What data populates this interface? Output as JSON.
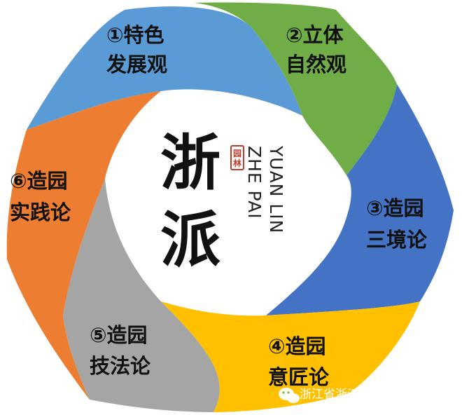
{
  "segments": [
    {
      "line1": "①特色",
      "line2": "发展观",
      "color": "#5b9bd5"
    },
    {
      "line1": "②立体",
      "line2": "自然观",
      "color": "#70ad47"
    },
    {
      "line1": "③造园",
      "line2": "三境论",
      "color": "#4472c4"
    },
    {
      "line1": "④造园",
      "line2": "意匠论",
      "color": "#ffc000"
    },
    {
      "line1": "⑤造园",
      "line2": "技法论",
      "color": "#a5a5a5"
    },
    {
      "line1": "⑥造园",
      "line2": "实践论",
      "color": "#ed7d31"
    }
  ],
  "center": {
    "char1": "浙",
    "char2": "派",
    "seal": "园林",
    "roman1": "ZHE PAI",
    "roman2": "YUAN LIN"
  },
  "footer": {
    "icon": "wechat-icon",
    "text": "浙江省浙派园林文旅研究中心"
  }
}
